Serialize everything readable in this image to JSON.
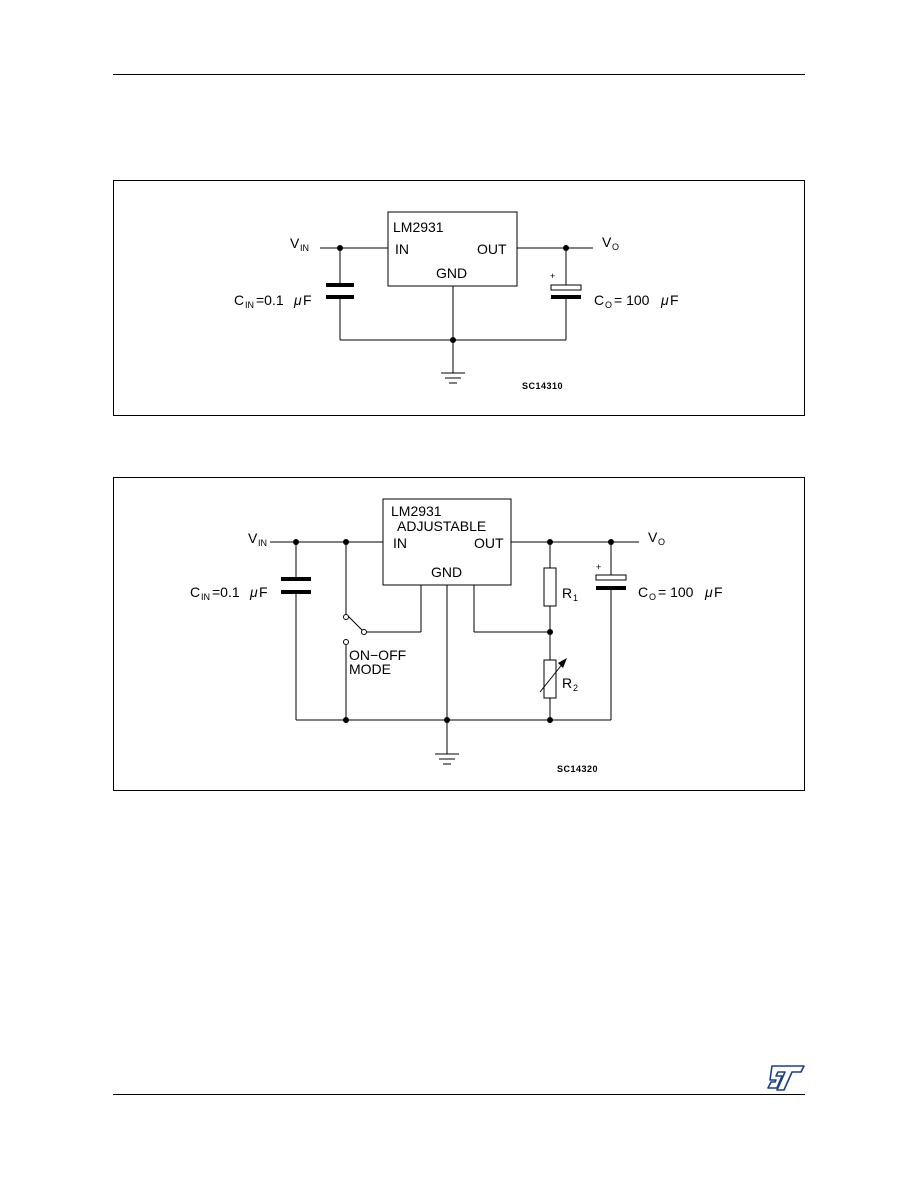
{
  "figure1": {
    "chip": "LM2931",
    "pin_in": "IN",
    "pin_out": "OUT",
    "pin_gnd": "GND",
    "vin_main": "V",
    "vin_sub": "IN",
    "vo_main": "V",
    "vo_sub": "O",
    "cin_main": "C",
    "cin_sub": "IN",
    "cin_value": "=0.1",
    "co_main": "C",
    "co_sub": "O",
    "co_value": "= 100",
    "mu": "μ",
    "farad": "F",
    "plus": "+",
    "code": "SC14310"
  },
  "figure2": {
    "chip": "LM2931",
    "chip_sub": "ADJUSTABLE",
    "pin_in": "IN",
    "pin_out": "OUT",
    "pin_gnd": "GND",
    "vin_main": "V",
    "vin_sub": "IN",
    "vo_main": "V",
    "vo_sub": "O",
    "cin_main": "C",
    "cin_sub": "IN",
    "cin_value": "=0.1",
    "co_main": "C",
    "co_sub": "O",
    "co_value": "= 100",
    "mu": "μ",
    "farad": "F",
    "plus": "+",
    "r1_main": "R",
    "r1_sub": "1",
    "r2_main": "R",
    "r2_sub": "2",
    "switch_label_1": "ON−OFF",
    "switch_label_2": "MODE",
    "code": "SC14320"
  },
  "footer": {
    "logo": "ST"
  }
}
